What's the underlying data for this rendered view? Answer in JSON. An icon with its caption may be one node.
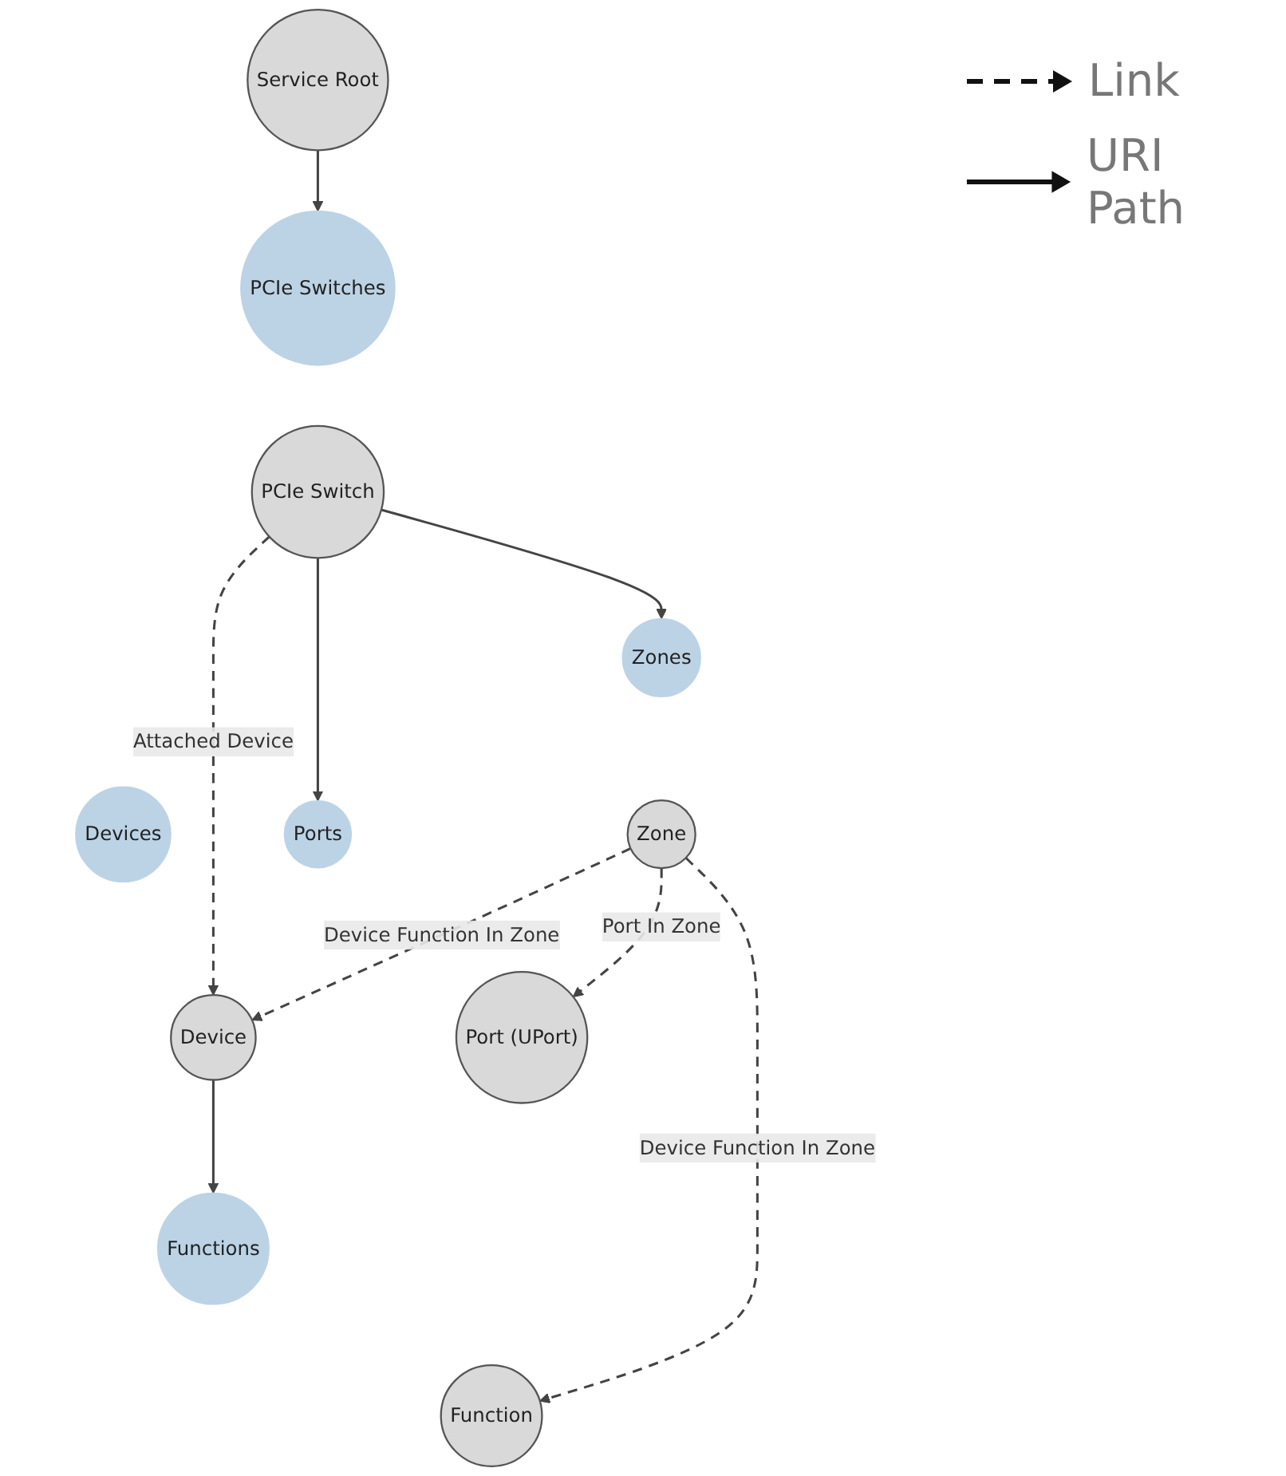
{
  "diagram": {
    "nodes": [
      {
        "text": [
          "Service Root"
        ]
      },
      {
        "text": [
          "PCIe Switches"
        ]
      },
      {
        "text": [
          "PCIe Switch"
        ]
      },
      {
        "text": [
          "Devices"
        ]
      },
      {
        "text": [
          "Device"
        ]
      },
      {
        "text": [
          "Ports"
        ]
      },
      {
        "text": [
          "Port (UPort)"
        ]
      },
      {
        "text": [
          "Zones"
        ]
      },
      {
        "text": [
          "Zone"
        ]
      },
      {
        "text": [
          "Functions"
        ]
      },
      {
        "text": [
          "Function"
        ]
      }
    ],
    "edges": [
      {
        "from": 0,
        "to": 1,
        "arrow": "to"
      },
      {
        "from": 2,
        "to": 4,
        "arrow": "to",
        "label": "Attached Device",
        "style": "dashed"
      },
      {
        "from": 2,
        "to": 5,
        "arrow": "to"
      },
      {
        "from": 2,
        "to": 7,
        "arrow": "to"
      },
      {
        "from": 8,
        "to": 4,
        "arrow": "to",
        "label": "Device Function In Zone",
        "style": "dashed"
      },
      {
        "from": 4,
        "to": 9,
        "arrow": "to"
      },
      {
        "from": 8,
        "to": 6,
        "arrow": "to",
        "label": "Port In Zone",
        "style": "dashed"
      },
      {
        "from": 8,
        "to": 10,
        "arrow": "to",
        "label": "Device Function In Zone",
        "style": "dashed"
      }
    ],
    "legend": [
      {
        "text": "Link"
      },
      {
        "text": "URI Path"
      }
    ]
  }
}
